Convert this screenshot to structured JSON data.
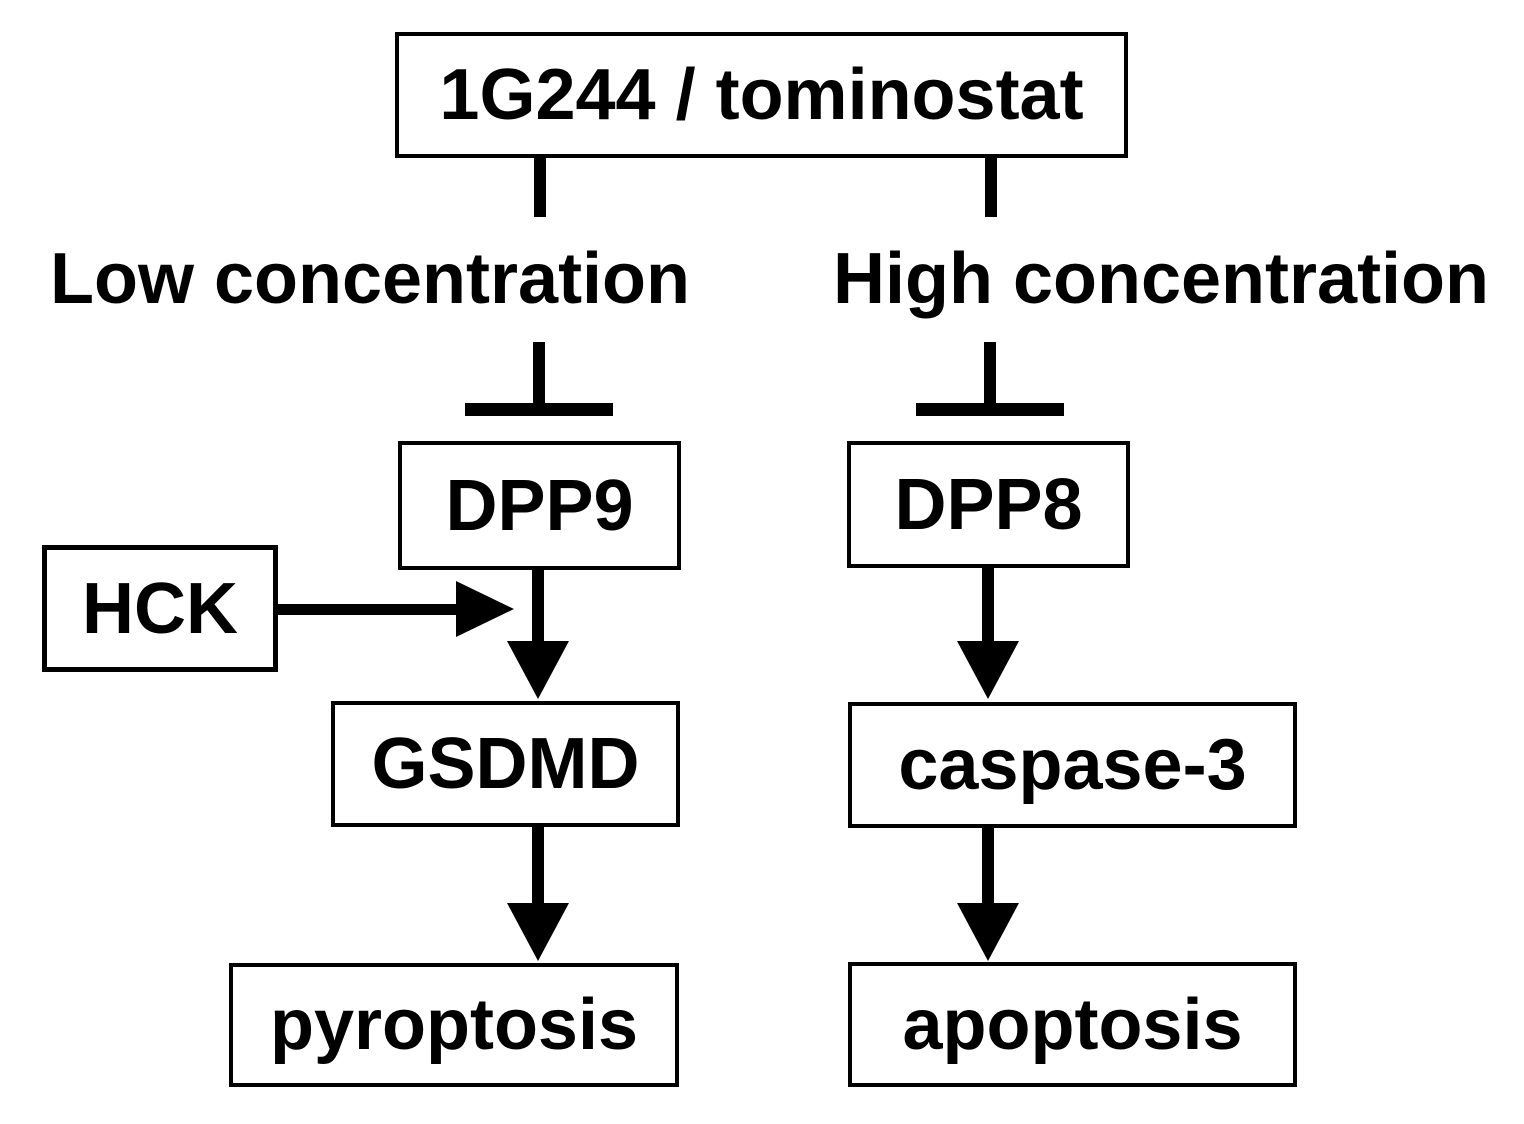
{
  "diagram": {
    "compound": {
      "label": "1G244 / tominostat"
    },
    "branches": {
      "low": {
        "label": "Low concentration",
        "effect": "inhibition",
        "target": "DPP9"
      },
      "high": {
        "label": "High concentration",
        "effect": "inhibition",
        "target": "DPP8"
      }
    },
    "nodes": {
      "dpp9": {
        "label": "DPP9"
      },
      "dpp8": {
        "label": "DPP8"
      },
      "hck": {
        "label": "HCK"
      },
      "gsdmd": {
        "label": "GSDMD"
      },
      "caspase3": {
        "label": "caspase-3"
      },
      "pyroptosis": {
        "label": "pyroptosis"
      },
      "apoptosis": {
        "label": "apoptosis"
      }
    },
    "edges": [
      {
        "from": "1G244 / tominostat",
        "to": "Low concentration",
        "type": "line"
      },
      {
        "from": "1G244 / tominostat",
        "to": "High concentration",
        "type": "line"
      },
      {
        "from": "Low concentration",
        "to": "DPP9",
        "type": "inhibition-tbar"
      },
      {
        "from": "High concentration",
        "to": "DPP8",
        "type": "inhibition-tbar"
      },
      {
        "from": "DPP9",
        "to": "GSDMD",
        "type": "arrow"
      },
      {
        "from": "HCK",
        "to": "DPP9-GSDMD arrow",
        "type": "arrow"
      },
      {
        "from": "GSDMD",
        "to": "pyroptosis",
        "type": "arrow"
      },
      {
        "from": "DPP8",
        "to": "caspase-3",
        "type": "arrow"
      },
      {
        "from": "caspase-3",
        "to": "apoptosis",
        "type": "arrow"
      }
    ],
    "colors": {
      "background": "#ffffff",
      "line": "#000000",
      "box_border": "#000000",
      "text": "#000000"
    }
  }
}
